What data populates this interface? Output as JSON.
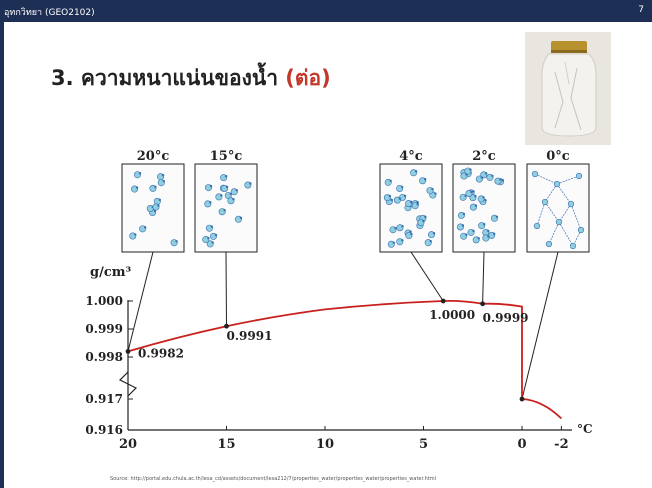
{
  "header": {
    "course": "อุทกวิทยา (GEO2102)",
    "page": "7",
    "bg_color": "#1e2f55"
  },
  "slide": {
    "title_main": "3. ความหนาแน่นของน้ำ ",
    "title_accent": "(ต่อ)",
    "accent_color": "#c0392b",
    "source": "Source: http://portal.edu.chula.ac.th/lesa_cd/assets/document/lesa212/7/properties_water/properties_water/properties_water.html"
  },
  "photo": {
    "icon": "water-jar-photo"
  },
  "panels": [
    {
      "label": "20°c"
    },
    {
      "label": "15°c"
    },
    {
      "label": "4°c"
    },
    {
      "label": "2°c"
    },
    {
      "label": "0°c"
    }
  ],
  "chart_data": {
    "type": "line",
    "ylabel": "g/cm³",
    "xlabel": "°C",
    "x_ticks": [
      "20",
      "15",
      "10",
      "5",
      "0",
      "-2"
    ],
    "y_ticks": [
      "1.000",
      "0.999",
      "0.998",
      "0.917",
      "0.916"
    ],
    "series": [
      {
        "color": "#c8211d",
        "points": [
          {
            "x": 20,
            "y": 0.9982
          },
          {
            "x": 15,
            "y": 0.9991
          },
          {
            "x": 10,
            "y": 0.9997
          },
          {
            "x": 4,
            "y": 1.0
          },
          {
            "x": 2,
            "y": 0.9999
          },
          {
            "x": 0,
            "y": 0.9998
          },
          {
            "x": 0,
            "y": 0.917
          },
          {
            "x": -2,
            "y": 0.9165
          }
        ]
      }
    ],
    "labels": [
      {
        "x": 20,
        "y": 0.9982,
        "text": "0.9982"
      },
      {
        "x": 15,
        "y": 0.9991,
        "text": "0.9991"
      },
      {
        "x": 4,
        "y": 1.0,
        "text": "1.0000"
      },
      {
        "x": 2,
        "y": 0.9999,
        "text": "0.9999"
      }
    ],
    "axis_break": "0.998-0.917",
    "grid": false
  }
}
